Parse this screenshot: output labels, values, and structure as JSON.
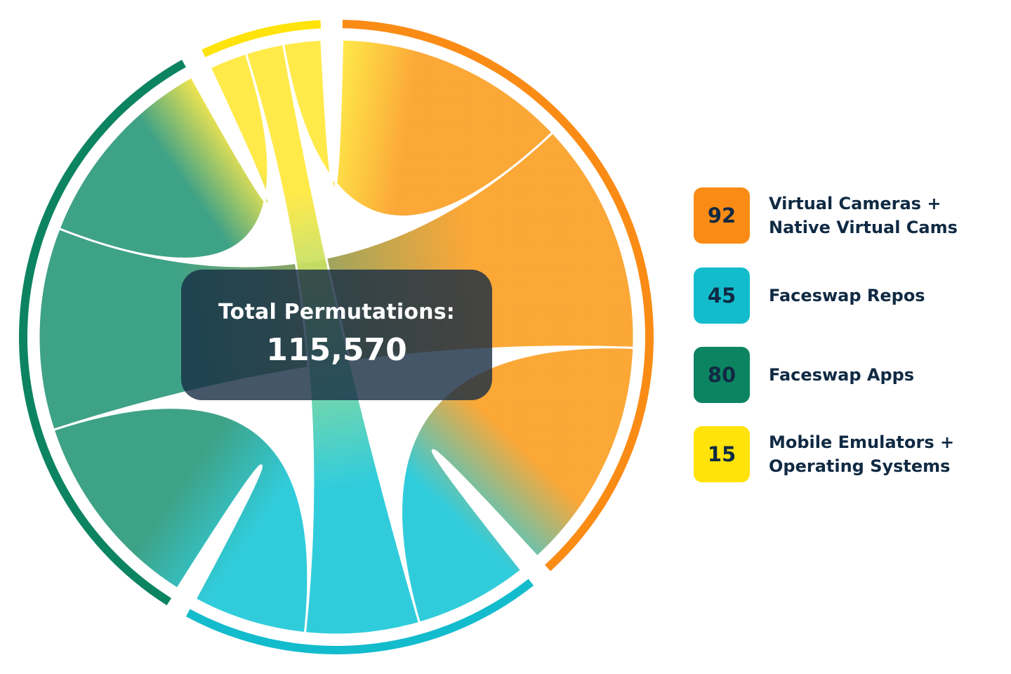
{
  "center": {
    "label": "Total Permutations:",
    "value": "115,570"
  },
  "chart_data": {
    "type": "chord",
    "total_label": "Total Permutations:",
    "total_value": 115570,
    "groups": [
      {
        "name_lines": [
          "Virtual Cameras +",
          "Native Virtual Cams"
        ],
        "value": 92,
        "color": "#fba026",
        "arc_color": "#fa8c16"
      },
      {
        "name_lines": [
          "Faceswap Repos"
        ],
        "value": 45,
        "color": "#1fc8d9",
        "arc_color": "#13bccd"
      },
      {
        "name_lines": [
          "Faceswap Apps"
        ],
        "value": 80,
        "color": "#2e9a7c",
        "arc_color": "#0d8461"
      },
      {
        "name_lines": [
          "Mobile Emulators +",
          "Operating Systems"
        ],
        "value": 15,
        "color": "#ffe83b",
        "arc_color": "#ffe30a"
      }
    ],
    "ribbons": [
      {
        "from": 0,
        "to": 1
      },
      {
        "from": 0,
        "to": 2
      },
      {
        "from": 0,
        "to": 3
      },
      {
        "from": 1,
        "to": 2
      },
      {
        "from": 1,
        "to": 3
      },
      {
        "from": 2,
        "to": 3
      }
    ]
  }
}
